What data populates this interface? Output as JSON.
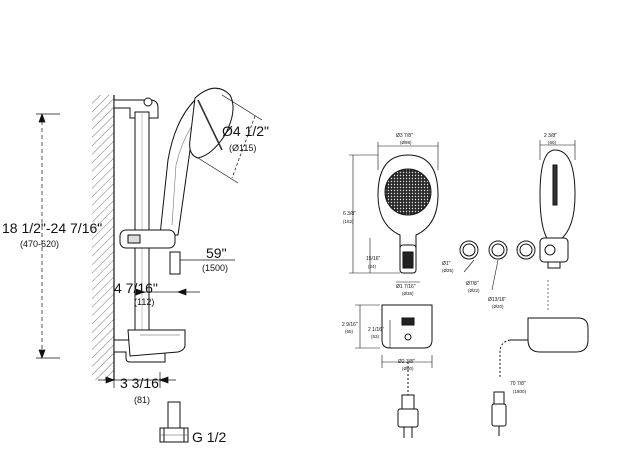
{
  "left_view": {
    "height_range": "18 1/2\"-24 7/16\"",
    "height_range_mm": "(470-620)",
    "spray_face_diameter": "Ø4 1/2\"",
    "spray_face_diameter_mm": "(Ø115)",
    "hose_length": "59\"",
    "hose_length_mm": "(1500)",
    "bar_to_holder": "4 7/16\"",
    "bar_to_holder_mm": "(112)",
    "wall_to_bar": "3 3/16\"",
    "wall_to_bar_mm": "(81)",
    "thread": "G 1/2"
  },
  "right_views": {
    "head_width": "Ø3 7/8\"",
    "head_width_mm": "(Ø98)",
    "head_height": "6 3/8\"",
    "head_height_mm": "(162)",
    "neck_height": "15/16\"",
    "neck_height_mm": "(24)",
    "neck_diameter": "Ø1 7/16\"",
    "neck_diameter_mm": "(Ø36)",
    "button_diameter": "Ø1\"",
    "button_diameter_mm": "(Ø25)",
    "small_button_diameter": "Ø7/8\"",
    "small_button_diameter_mm": "(Ø22)",
    "mid_button_diameter": "Ø13/16\"",
    "mid_button_diameter_mm": "(Ø20)",
    "side_depth": "2 3/8\"",
    "side_depth_mm": "(60)",
    "base_outer_height": "2 9/16\"",
    "base_outer_height_mm": "(65)",
    "base_inner_height": "2 1/16\"",
    "base_inner_height_mm": "(53)",
    "base_diameter": "Ø2 3/8\"",
    "base_diameter_mm": "(Ø60)",
    "cord_length": "70 7/8\"",
    "cord_length_mm": "(1800)"
  }
}
